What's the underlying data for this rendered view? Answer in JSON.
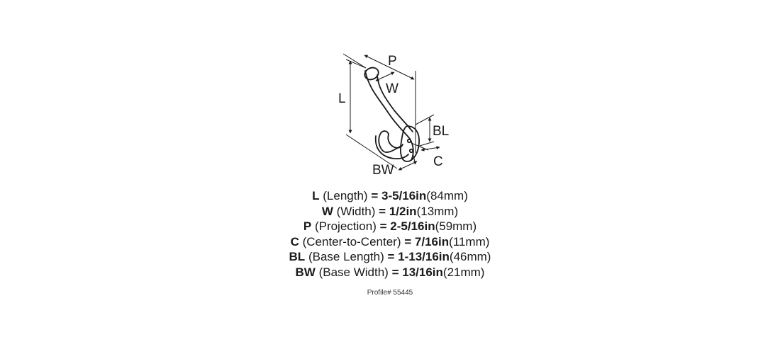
{
  "diagram": {
    "labels": {
      "P": "P",
      "L": "L",
      "W": "W",
      "BL": "BL",
      "C": "C",
      "BW": "BW"
    },
    "stroke_color": "#1a1a1a"
  },
  "specs": [
    {
      "code": "L",
      "name": "(Length)",
      "eq": "=",
      "inch": "3-5/16in",
      "mm": "(84mm)"
    },
    {
      "code": "W",
      "name": "(Width)",
      "eq": "=",
      "inch": "1/2in",
      "mm": "(13mm)"
    },
    {
      "code": "P",
      "name": "(Projection)",
      "eq": "=",
      "inch": "2-5/16in",
      "mm": "(59mm)"
    },
    {
      "code": "C",
      "name": "(Center-to-Center)",
      "eq": "=",
      "inch": "7/16in",
      "mm": "(11mm)"
    },
    {
      "code": "BL",
      "name": "(Base Length)",
      "eq": "=",
      "inch": "1-13/16in",
      "mm": "(46mm)"
    },
    {
      "code": "BW",
      "name": "(Base Width)",
      "eq": "=",
      "inch": "13/16in",
      "mm": "(21mm)"
    }
  ],
  "profile": "Profile# 55445"
}
